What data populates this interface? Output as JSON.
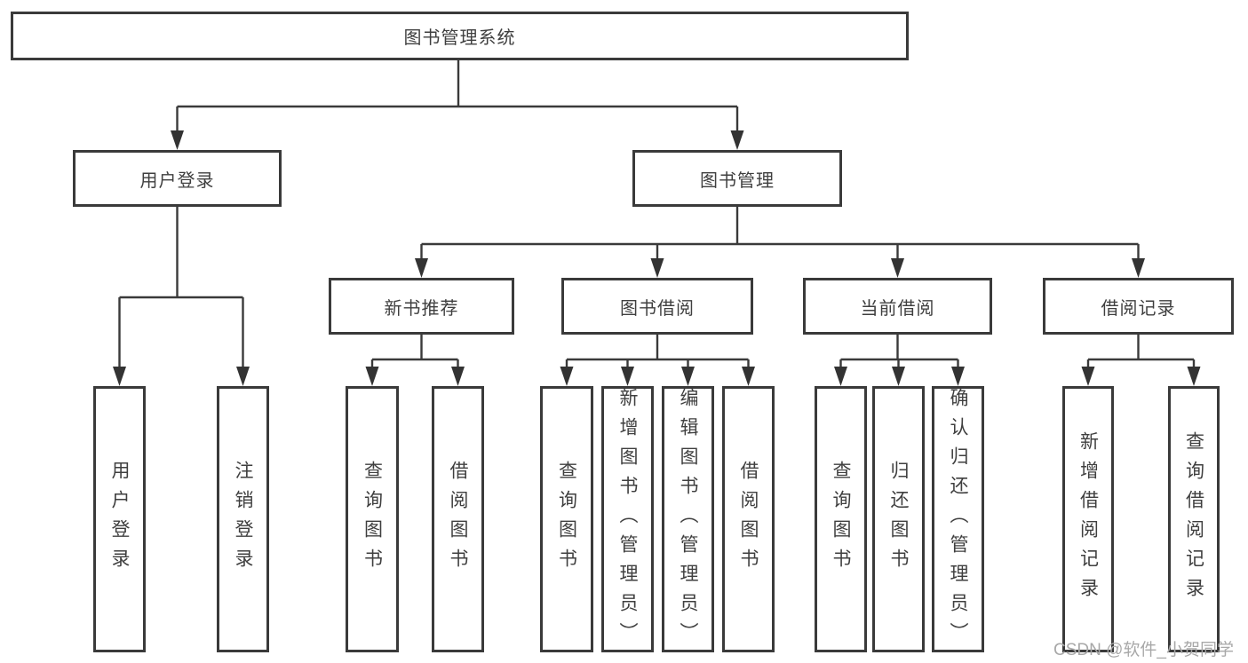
{
  "diagram": {
    "type": "hierarchy-tree",
    "tree": {
      "label": "图书管理系统",
      "children": [
        {
          "label": "用户登录",
          "children": [
            {
              "label": "用户登录"
            },
            {
              "label": "注销登录"
            }
          ]
        },
        {
          "label": "图书管理",
          "children": [
            {
              "label": "新书推荐",
              "children": [
                {
                  "label": "查询图书"
                },
                {
                  "label": "借阅图书"
                }
              ]
            },
            {
              "label": "图书借阅",
              "children": [
                {
                  "label": "查询图书"
                },
                {
                  "label": "新增图书（管理员）"
                },
                {
                  "label": "编辑图书（管理员）"
                },
                {
                  "label": "借阅图书"
                }
              ]
            },
            {
              "label": "当前借阅",
              "children": [
                {
                  "label": "查询图书"
                },
                {
                  "label": "归还图书"
                },
                {
                  "label": "确认归还（管理员）"
                }
              ]
            },
            {
              "label": "借阅记录",
              "children": [
                {
                  "label": "新增借阅记录"
                },
                {
                  "label": "查询借阅记录"
                }
              ]
            }
          ]
        }
      ]
    },
    "colors": {
      "background": "#ffffff",
      "box_border": "#3a3a3a",
      "connector_line": "#3a3a3a",
      "text": "#3f3f3f",
      "watermark_text": "#a8a8a8"
    }
  },
  "watermark": {
    "text": "CSDN @软件_小贺同学"
  }
}
